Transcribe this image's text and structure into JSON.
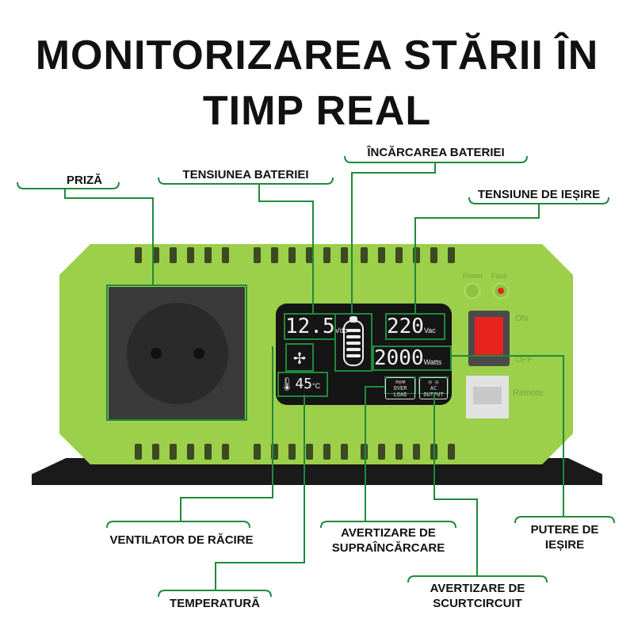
{
  "title": {
    "line1": "MONITORIZAREA STĂRII ÎN",
    "line2": "TIMP REAL"
  },
  "labels": {
    "socket": "PRIZĂ",
    "battery_voltage": "TENSIUNEA BATERIEI",
    "battery_charge": "ÎNCĂRCAREA BATERIEI",
    "output_voltage": "TENSIUNE DE IEȘIRE",
    "cooling_fan": "VENTILATOR DE RĂCIRE",
    "temperature": "TEMPERATURĂ",
    "overload_1": "AVERTIZARE DE",
    "overload_2": "SUPRAÎNCĂRCARE",
    "short_1": "AVERTIZARE DE",
    "short_2": "SCURTCIRCUIT",
    "output_power_1": "PUTERE DE",
    "output_power_2": "IEȘIRE"
  },
  "lcd": {
    "battery_voltage": "12.5",
    "battery_unit": "Vdc",
    "output_voltage": "220",
    "output_unit": "Vac",
    "power": "2000",
    "power_unit": "Watts",
    "temperature": "45",
    "temp_unit": "°C",
    "overload_icons": "⊖◎⊗",
    "overload_text": "OVER LOAD",
    "ac_icons": "◎ ◎",
    "ac_text": "AC OUTPUT"
  },
  "panel": {
    "power_led": "Power",
    "fault_led": "Fault",
    "on": "ON",
    "off": "OFF",
    "remote": "Remote"
  },
  "colors": {
    "accent": "#1f8a3a",
    "body": "#9ccf4a",
    "switch": "#e8231f"
  }
}
